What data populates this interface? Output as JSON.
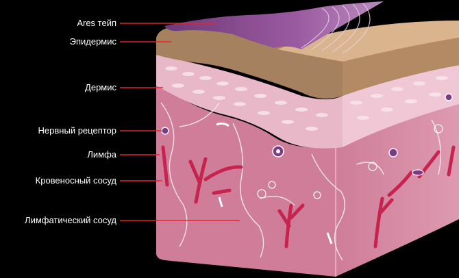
{
  "labels": {
    "ares_tape": "Ares тейп",
    "epidermis": "Эпидермис",
    "dermis": "Дермис",
    "nerve_receptor": "Нервный рецептор",
    "lymph": "Лимфа",
    "blood_vessel": "Кровеносный сосуд",
    "lymph_vessel": "Лимфатический сосуд"
  },
  "colors": {
    "background": "#000000",
    "leader_line": "#e3262f",
    "tape": "#8e4b94",
    "epidermis": "#a5815f",
    "dermis": "#e8b7c8",
    "tissue": "#cf7d98",
    "blood_vessel": "#c7234f",
    "cell": "#7c3a84"
  }
}
